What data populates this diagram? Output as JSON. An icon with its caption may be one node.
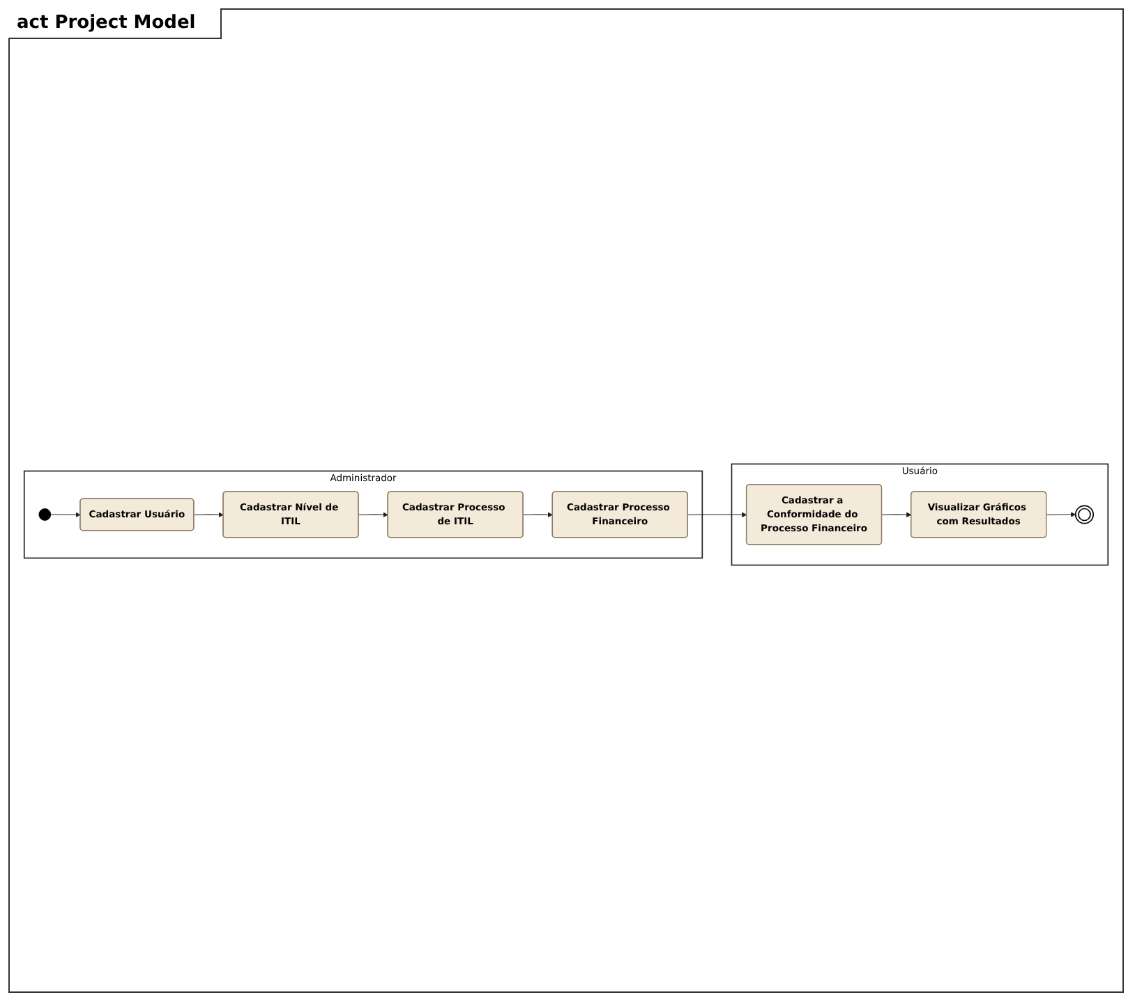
{
  "diagram": {
    "title": "act Project Model",
    "nodes": [
      {
        "text": [
          "Administrador"
        ]
      },
      {
        "text": [
          "Usuário"
        ]
      },
      {
        "text": [],
        "shape": "circle",
        "in": 0
      },
      {
        "text": [
          "Cadastrar Usuário"
        ],
        "in": 0
      },
      {
        "text": [
          "Cadastrar Nível de ITIL"
        ],
        "in": 0
      },
      {
        "text": [
          "Cadastrar Processo de ITIL"
        ],
        "in": 0
      },
      {
        "text": [
          "Cadastrar Processo Financeiro"
        ],
        "in": 0
      },
      {
        "text": [
          "Cadastrar a Conformidade do Processo Financeiro"
        ],
        "in": 1
      },
      {
        "text": [
          "Visualizar Gráficos com Resultados"
        ],
        "in": 1
      },
      {
        "text": [],
        "shape": "circle",
        "in": 1
      }
    ],
    "edges": [
      {
        "from": 2,
        "to": 3,
        "arrow": "to"
      },
      {
        "from": 3,
        "to": 4,
        "arrow": "to"
      },
      {
        "from": 4,
        "to": 5,
        "arrow": "to"
      },
      {
        "from": 5,
        "to": 6,
        "arrow": "to"
      },
      {
        "from": 6,
        "to": 7,
        "arrow": "to"
      },
      {
        "from": 7,
        "to": 8,
        "arrow": "to"
      },
      {
        "from": 8,
        "to": 9,
        "arrow": "to"
      }
    ]
  }
}
